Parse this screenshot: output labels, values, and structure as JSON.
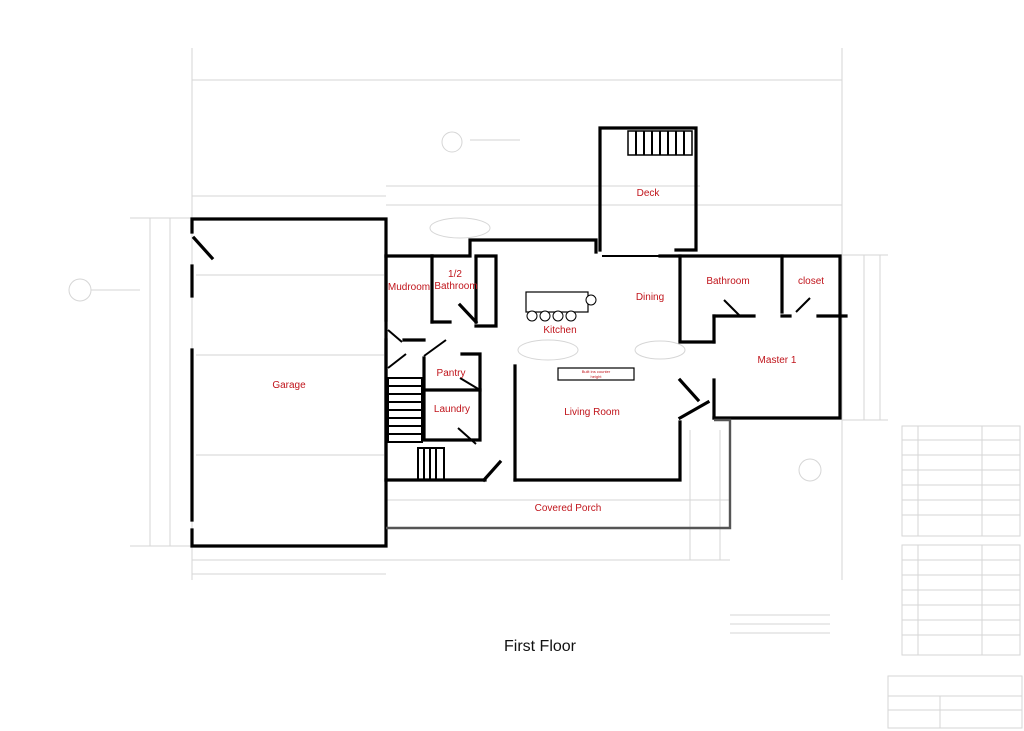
{
  "caption": "First Floor",
  "colors": {
    "label": "#c0141b",
    "wall": "#000000",
    "background": "#ffffff"
  },
  "rooms": {
    "deck": "Deck",
    "garage": "Garage",
    "mudroom": "Mudroom",
    "half_bath_num": "1/2",
    "half_bath": "Bathroom",
    "kitchen": "Kitchen",
    "dining": "Dining",
    "bathroom": "Bathroom",
    "closet": "closet",
    "master": "Master 1",
    "pantry": "Pantry",
    "laundry": "Laundry",
    "living": "Living Room",
    "porch": "Covered Porch"
  },
  "notes": {
    "counter_line1": "Built ins counter",
    "counter_line2": "height"
  }
}
